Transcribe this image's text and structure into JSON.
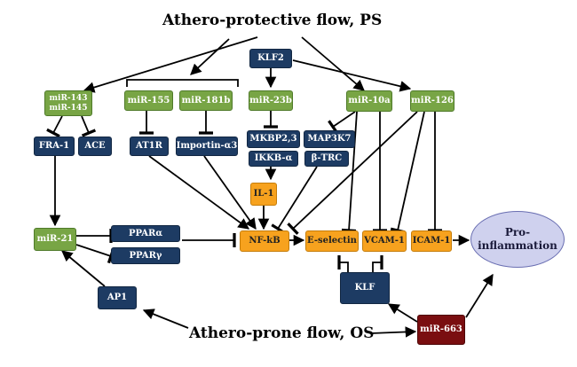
{
  "titles": {
    "top": "Athero-protective flow, PS",
    "bottom": "Athero-prone flow, OS"
  },
  "nodes": {
    "klf2": "KLF2",
    "mir143": "miR-143",
    "mir145": "miR-145",
    "mir155": "miR-155",
    "mir181b": "miR-181b",
    "mir23b": "miR-23b",
    "mir10a": "miR-10a",
    "mir126": "miR-126",
    "fra1": "FRA-1",
    "ace": "ACE",
    "at1r": "AT1R",
    "importin": "Importin-α3",
    "mkbp": "MKBP2,3",
    "map3k7": "MAP3K7",
    "ikkb": "IKKB-α",
    "btrc": "β-TRC",
    "il1": "IL-1",
    "mir21": "miR-21",
    "ppara": "PPARα",
    "pparg": "PPARγ",
    "nfkb": "NF-kB",
    "eselectin": "E-selectin",
    "vcam1": "VCAM-1",
    "icam1": "ICAM-1",
    "pro1": "Pro-",
    "pro2": "inflammation",
    "ap1": "AP1",
    "klf": "KLF",
    "mir663": "miR-663"
  },
  "colors": {
    "navy": "#1d3b63",
    "green": "#78a545",
    "orange": "#f7a21e",
    "dark_red": "#7a0e10",
    "ellipse": "#cfd1ee"
  }
}
